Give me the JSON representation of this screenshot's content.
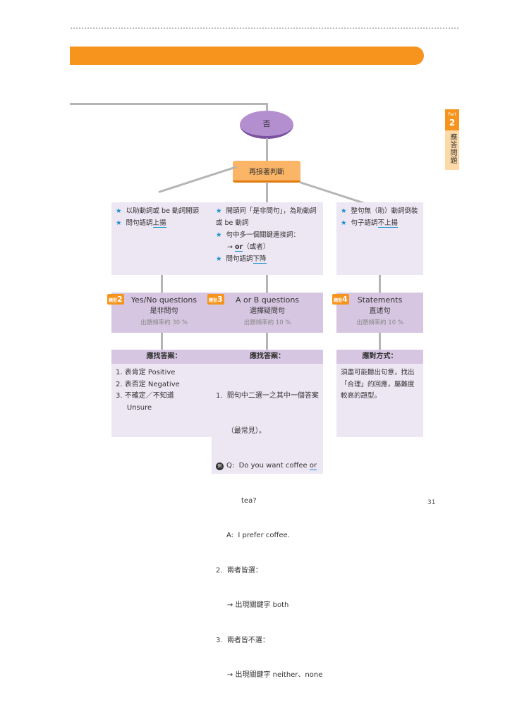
{
  "flow": {
    "no_label": "否",
    "next_label": "再接著判斷"
  },
  "criteria": [
    {
      "items": [
        {
          "pre": "以助動詞或 be 動詞開頭",
          "ul": ""
        },
        {
          "pre": "問句語調",
          "ul": "上揚"
        }
      ]
    },
    {
      "items": [
        {
          "pre": "開頭同「是非問句」，為助動詞或 be 動詞",
          "ul": ""
        },
        {
          "pre": "句中多一個關鍵連接詞：",
          "ul": ""
        },
        {
          "pre": "問句語調",
          "ul": "下降"
        }
      ],
      "arrow_word": "or",
      "arrow_note": "（或者）",
      "arrow": "→"
    },
    {
      "items": [
        {
          "pre": "整句無（助）動詞倒裝",
          "ul": ""
        },
        {
          "pre": "句子語調",
          "ul": "不上揚"
        }
      ]
    }
  ],
  "types": [
    {
      "badge": "題型",
      "num": "2",
      "en": "Yes/No questions",
      "zh": "是非問句",
      "freq": "出題頻率約 30 %"
    },
    {
      "badge": "題型",
      "num": "3",
      "en": "A or B questions",
      "zh": "選擇疑問句",
      "freq": "出題頻率約 10 %"
    },
    {
      "badge": "題型",
      "num": "4",
      "en": "Statements",
      "zh": "直述句",
      "freq": "出題頻率約 10 %"
    }
  ],
  "answers": [
    {
      "header": "應找答案：",
      "lines": [
        "1.  表肯定 Positive",
        "2.  表否定 Negative",
        "3.  不確定／不知道",
        "     Unsure"
      ]
    },
    {
      "header": "應找答案：",
      "l1": "1.  問句中二選一之其中一個答案",
      "l2": "     （最常見）。",
      "ex": "例",
      "q": "Q:  Do you want coffee ",
      "q_or": "or",
      "q2": "tea?",
      "a": "A:  I prefer coffee.",
      "l3": "2.  兩者皆選：",
      "l4": "     → 出現關鍵字 both",
      "l5": "3.  兩者皆不選：",
      "l6": "     → 出現關鍵字 neither、none"
    },
    {
      "header": "應對方式：",
      "text": "須盡可能聽出句意，找出「合理」的回應，屬難度較高的題型。"
    }
  ],
  "part_tab": {
    "part": "Part",
    "num": "2",
    "title": "應答問題"
  },
  "page_number": "31"
}
